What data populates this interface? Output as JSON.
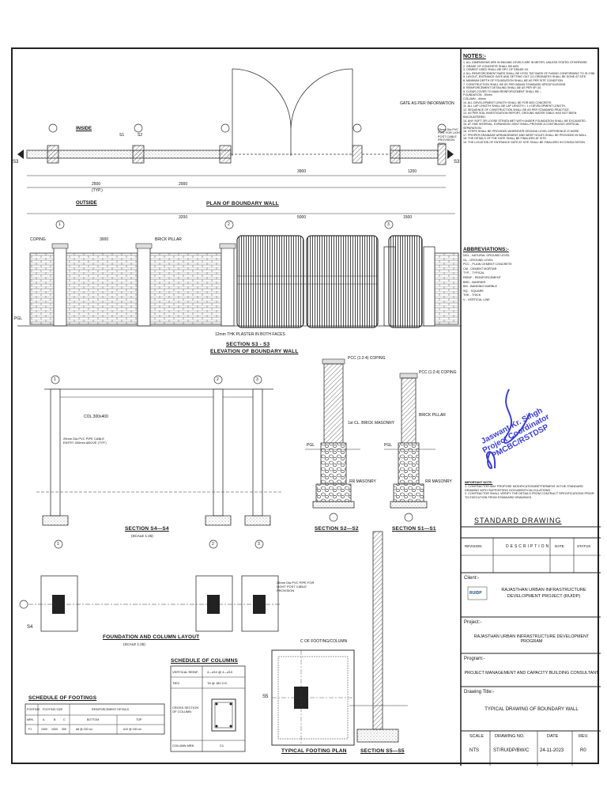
{
  "plan": {
    "inside": "INSIDE",
    "outside": "OUTSIDE",
    "title": "PLAN OF BOUNDARY WALL",
    "gate_note": "GATE AS PER INFORMATION",
    "pipe_note": "25mm Dia PVC PIPE FOR LIGHT POST CABLE PROVISION (TYP.)",
    "sec_left": "S3",
    "sec_right": "S3",
    "s1": "S1",
    "s2": "S2",
    "dim_3900": "3900",
    "dim_1200": "1200",
    "dim_2500": "2500",
    "dim_2000": "2000",
    "typ": "(TYP.)"
  },
  "elevation": {
    "title": "SECTION S3 - S3",
    "subtitle": "ELEVATION OF BOUNDARY WALL",
    "coping": "COPING",
    "brick_pillar": "BRICK PILLAR",
    "plaster_note": "12mm THK PLASTER IN BOTH FACES",
    "dim_3000": "3000",
    "dim_3200": "3200",
    "dim_5000": "5000",
    "dim_1500": "1500",
    "pgl": "PGL",
    "grid": [
      "1",
      "2",
      "3"
    ]
  },
  "section_s4": {
    "title": "SECTION S4—S4",
    "scale": "(SCALE 1:25)",
    "pipe_note": "25mm Dia PVC PIPE CABLE ENTRY 300mm ABOVE (TYP.)",
    "col": "COL.300x400",
    "grid": [
      "1",
      "2",
      "3"
    ]
  },
  "section_s2": {
    "title": "SECTION S2—S2",
    "coping": "PCC (1:2:4) COPING",
    "brick": "1st CL. BRICK MASONRY",
    "rubble": "RR MASONRY",
    "pgl": "PGL"
  },
  "section_s1": {
    "title": "SECTION S1—S1",
    "coping": "PCC (1:2:4) COPING",
    "brick": "BRICK PILLAR",
    "rubble": "RR MASONRY",
    "pgl": "PGL"
  },
  "foundation": {
    "title": "FOUNDATION AND COLUMN LAYOUT",
    "scale": "(SCALE 1:25)",
    "pipe_note": "25mm Dia PVC PIPE FOR LIGHT POST CABLE PROVISION",
    "sec": "S4",
    "grid": [
      "1",
      "2",
      "3"
    ]
  },
  "schedule_columns": {
    "title": "SCHEDULE OF COLUMNS",
    "row1_head": "VERTICAL REINF.",
    "row1_val": "4—#10 @ 4—#10",
    "row2_head": "TIES",
    "row2_val": "T8 @ 150 C/C",
    "row3_head": "CROSS SECTION OF COLUMN",
    "row4_head": "COLUMN MRK.",
    "row4_val": "C1"
  },
  "schedule_footings": {
    "title": "SCHEDULE OF FOOTINGS",
    "headers": [
      "FOOTING",
      "FOOTING SIZE",
      "REINFORCEMENT DETAILS"
    ],
    "sub_headers": [
      "MRK.",
      "A",
      "B",
      "C",
      "BOTTOM",
      "TOP"
    ],
    "row": [
      "F1",
      "1000",
      "1000",
      "300",
      "#8 @ 150 c/c",
      "#10 @ 150 c/c"
    ]
  },
  "footing": {
    "title": "TYPICAL FOOTING PLAN",
    "col_note": "C OF FOOTING/COLUMN",
    "sec": "S5"
  },
  "section_s5": {
    "title": "SECTION S5—S5"
  },
  "notes": {
    "heading": "NOTES:-",
    "items": [
      "1. ALL DIMENSIONS ARE IN MM AND LEVELS ARE IN METER, UNLESS STATED OTHERWISE.",
      "2. GRADE OF CONCRETE SHALL BE M20.",
      "3. CEMENT USED SHALL BE OPC OF GRADE-43.",
      "4. ALL REINFORCEMENT BARS SHALL BE HYSD TMT BARS OF Fe500D CONFORMING TO IS:1786.",
      "5. LAYOUT, ENTRANCE GATE AND SETTING OUT CO-ORDINATES SHALL BE DONE AT SITE.",
      "6. MINIMUM DEPTH OF FOUNDATION SHALL BE AS PER SITE CONDITION.",
      "7. CONSTRUCTION SHALL BE AS PER INDIAN STANDARD SPECIFICATIONS.",
      "8. REINFORCEMENT DETAILING SHALL BE AS PER SP-34.",
      "9. CLEAR COVER TO MAIN REINFORCEMENT SHALL BE :-",
      "   FOUNDATION  - 50mm",
      "   COLUMN      - 40mm",
      "10. ALL DEVELOPMENT LENGTH SHALL BE FOR M20 CONCRETE.",
      "11. ALL LAP LENGTH SHALL BE LAP LENGTH = 1 x DEVELOPMENT LENGTH.",
      "12. SEQUENCE OF CONSTRUCTION SHALL BE AS PER STANDARD PRACTICE.",
      "13. AS PER SOIL INVESTIGATION REPORT, GROUND WATER TABLE HAS NOT BEEN ENCOUNTERED.",
      "14. ANY SOFT OR LOOSE STRATA MET WITH UNDER FOUNDATION SHALL BE EXCAVATED.",
      "15. AT ONE INTERVAL, EXPANSION JOINT SHALL PROVIDE A CONTINUOUS VERTICAL SEPARATION.",
      "16. STEPS SHALL BE PROVIDED WHEREVER GROUND LEVEL DIFFERENCE IS MORE.",
      "17. PROPER DRAINAGE ARRANGEMENT AND WEEP HOLES SHALL BE PROVIDED IN WALL.",
      "18. THE DETAILS OF THE GATE SHALL BE FINALIZED AT SITE.",
      "19. THE LOCATION OF ENTRANCE GATE AT SITE SHALL BE FINALIZED IN CONSULTATION."
    ]
  },
  "abbreviations": {
    "heading": "ABBREVIATIONS:-",
    "items": [
      "NGL - NATURAL GROUND LEVEL",
      "GL - GROUND LEVEL",
      "PCC - PLAIN CEMENT CONCRETE",
      "CM - CEMENT MORTAR",
      "TYP. - TYPICAL",
      "REINF - REINFORCEMENT",
      "BRD - BARRIER",
      "BM - BANDING MARBLE",
      "SQ. - SQUARE",
      "THK - THICK",
      "V - VERTICAL LINE"
    ]
  },
  "important_note": {
    "heading": "IMPORTANT NOTE:",
    "items": [
      "1. CONTRACTOR MAY PROPOSE MODIFICATION/BETTERMENT IN THE STANDARD DRAWING WITH SUPPORTING DOCUMENT/CALCULATIONS.",
      "2. CONTRACTOR SHALL VERIFY THE DETAILS FROM CONTRACT SPECIFICATIONS PRIOR TO EXECUTION FROM STANDARD DRAWINGS."
    ]
  },
  "stamp": {
    "name": "Jaswant Kr. Singh",
    "role": "Project Coordinator",
    "office": "PMCBC/RSTDSP"
  },
  "title_block": {
    "standard": "STANDARD DRAWING",
    "rev_headers": [
      "REVISION",
      "DESCRIPTION",
      "DATE",
      "STATUS"
    ],
    "client_label": "Client:-",
    "logo": "RUIDP",
    "client": "RAJASTHAN URBAN INFRASTRUCTURE DEVELOPMENT PROJECT (RUIDP)",
    "project_label": "Project:-",
    "project": "RAJASTHAN URBAN INFRASTRUCTURE DEVELOPMENT PROGRAM",
    "program_label": "Program:-",
    "program": "PROJECT MANAGEMENT AND CAPACITY BUILDING CONSULTANT",
    "title_label": "Drawing Title:-",
    "title": "TYPICAL DRAWING OF BOUNDARY WALL",
    "foot_headers": [
      "SCALE",
      "DRAWING NO.",
      "DATE",
      "REV."
    ],
    "scale": "NTS",
    "drawing_no": "ST/RUIDP/BW/C",
    "date": "24-11-2023",
    "rev": "R0"
  }
}
